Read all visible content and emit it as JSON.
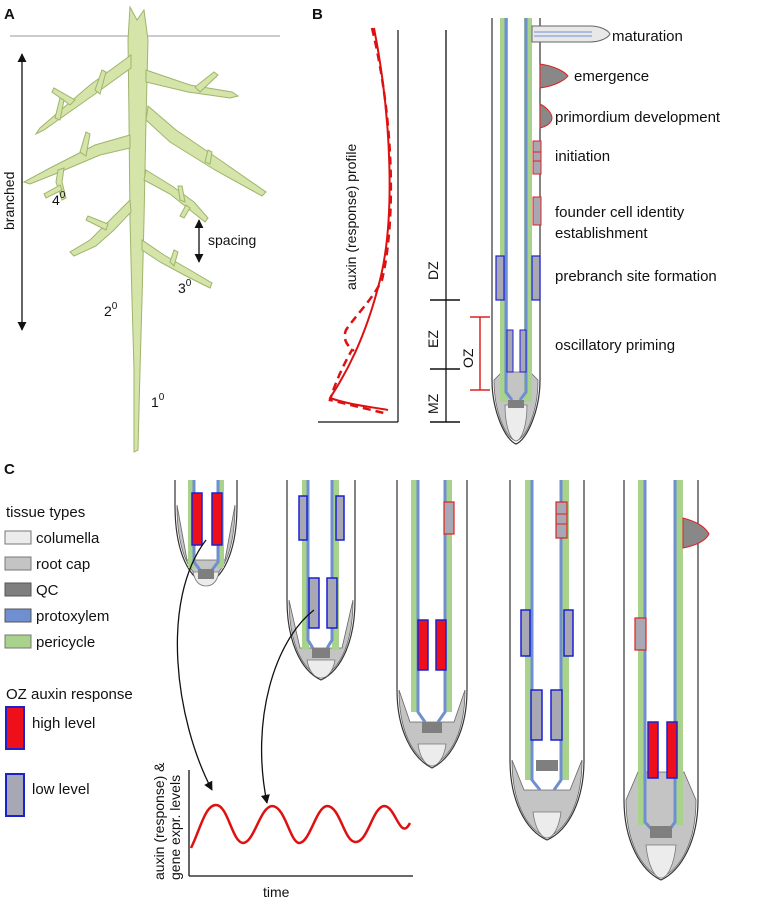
{
  "panels": {
    "a": {
      "letter": "A",
      "branched": "branched",
      "spacing": "spacing",
      "order_primary": "1",
      "order_secondary": "2",
      "order_tertiary": "3",
      "order_quaternary": "4",
      "order_sup": "0"
    },
    "b": {
      "letter": "B",
      "profile_label": "auxin (response) profile",
      "zones": {
        "dz": "DZ",
        "ez": "EZ",
        "mz": "MZ",
        "oz": "OZ"
      },
      "stages": {
        "maturation": "maturation",
        "emergence": "emergence",
        "primordium": "primordium development",
        "initiation": "initiation",
        "founder_line1": "founder cell identity",
        "founder_line2": "establishment",
        "prebranch": "prebranch site formation",
        "oscillatory": "oscillatory priming"
      }
    },
    "c": {
      "letter": "C",
      "tissue_title": "tissue types",
      "tissues": {
        "columella": "columella",
        "root_cap": "root cap",
        "qc": "QC",
        "protoxylem": "protoxylem",
        "pericycle": "pericycle"
      },
      "oz_title": "OZ auxin response",
      "high_level": "high level",
      "low_level": "low level",
      "graph_ylabel_line1": "auxin (response) &",
      "graph_ylabel_line2": "gene expr. levels",
      "graph_xlabel": "time"
    }
  },
  "colors": {
    "root": "#d5e4a8",
    "root_edge": "#9fb46c",
    "pericycle": "#a9d28c",
    "protoxylem": "#6f8fd0",
    "columella": "#ececec",
    "root_cap": "#c4c4c4",
    "qc": "#7f7f7f",
    "high": "#ee0f1a",
    "low_fill": "#a8a8b4",
    "low_edge": "#1a21d0",
    "curve": "#dd1111"
  }
}
